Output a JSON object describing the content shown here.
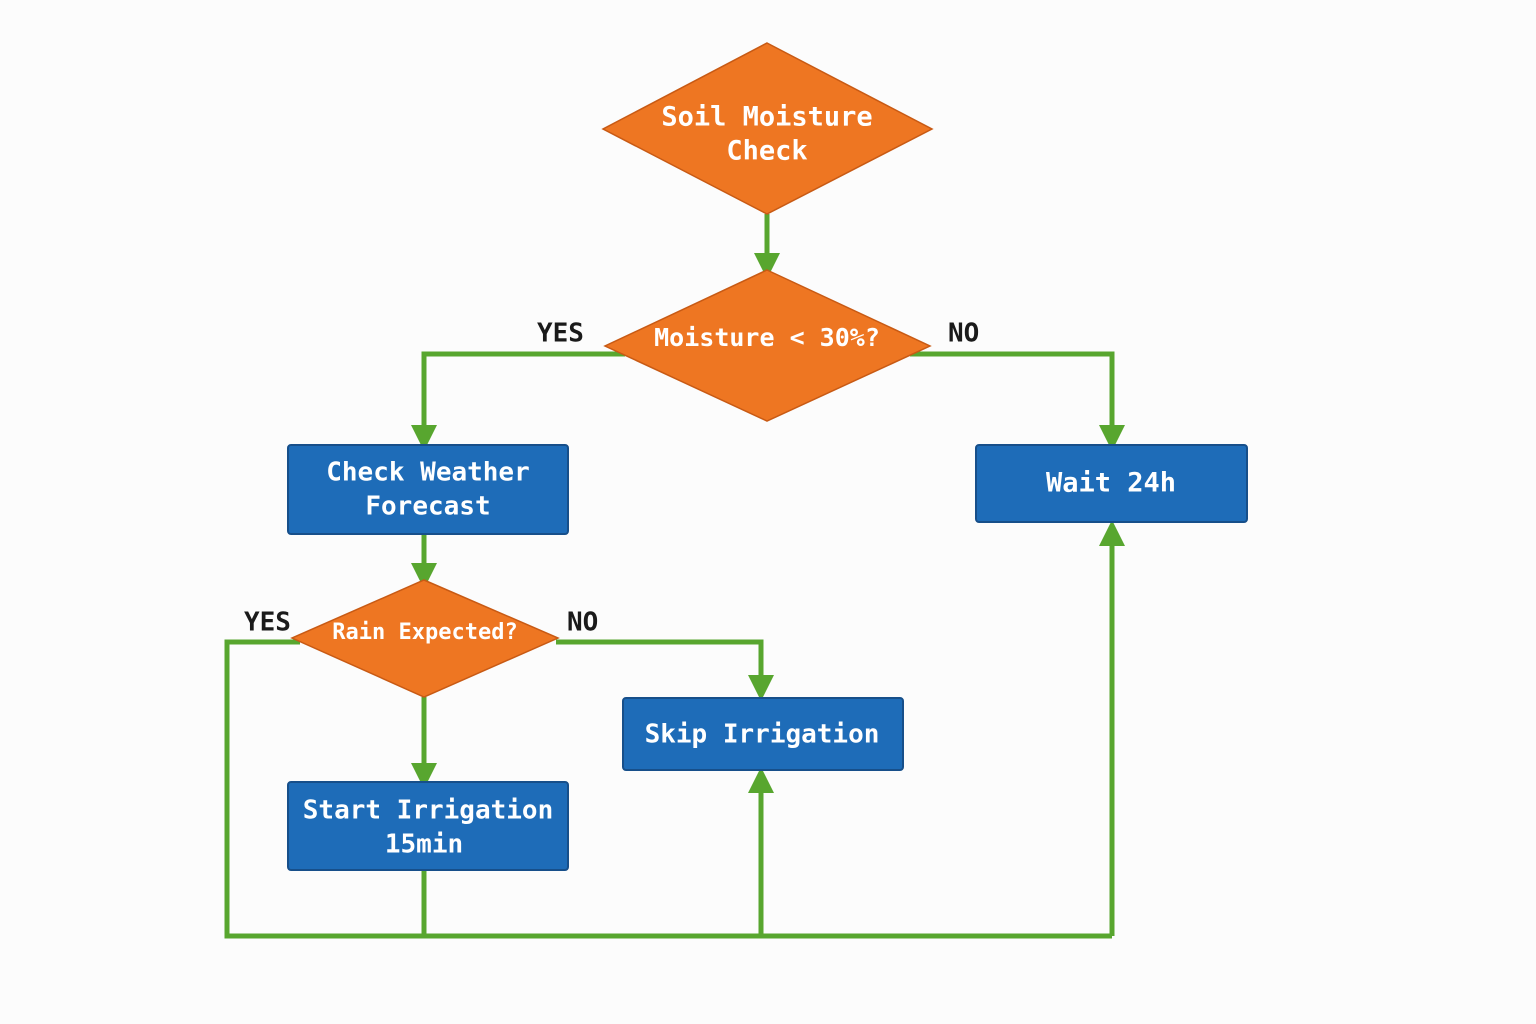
{
  "colors": {
    "decision_fill": "#ee7622",
    "decision_stroke": "#c85a14",
    "process_fill": "#1e6cb8",
    "process_stroke": "#174f8a",
    "connector": "#58a62f",
    "label": "#1a1a1a",
    "background": "#fcfcfc"
  },
  "nodes": {
    "soil_check": {
      "shape": "diamond",
      "lines": [
        "Soil Moisture",
        "Check"
      ]
    },
    "moisture_decision": {
      "shape": "diamond",
      "lines": [
        "Moisture < 30%?"
      ]
    },
    "weather_forecast": {
      "shape": "rectangle",
      "lines": [
        "Check Weather",
        "Forecast"
      ]
    },
    "wait": {
      "shape": "rectangle",
      "lines": [
        "Wait 24h"
      ]
    },
    "rain_decision": {
      "shape": "diamond",
      "lines": [
        "Rain Expected?"
      ]
    },
    "skip_irrigation": {
      "shape": "rectangle",
      "lines": [
        "Skip Irrigation"
      ]
    },
    "start_irrigation": {
      "shape": "rectangle",
      "lines": [
        "Start Irrigation",
        "15min"
      ]
    }
  },
  "branch_labels": {
    "moisture_yes": "YES",
    "moisture_no": "NO",
    "rain_yes": "YES",
    "rain_no": "NO"
  }
}
